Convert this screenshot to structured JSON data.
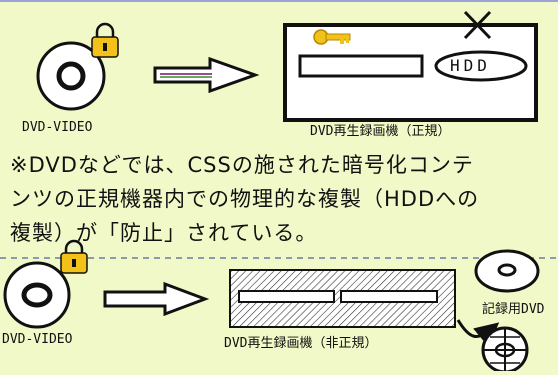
{
  "top": {
    "dvd_label": "DVD-VIDEO",
    "recorder_label": "DVD再生録画機（正規）",
    "hdd_label": "HDD"
  },
  "note": {
    "line1": "※DVDなどでは、CSSの施された暗号化コンテ",
    "line2": "ンツの正規機器内での物理的な複製（HDDへの",
    "line3": "複製）が「防止」されている。"
  },
  "bottom": {
    "dvd_label": "DVD-VIDEO",
    "recorder_label": "DVD再生録画機（非正規）",
    "blank_disc_label": "記録用DVD"
  },
  "colors": {
    "background": "#f2f9c8",
    "lock": "#f2c21a",
    "key": "#f2c21a",
    "border_top": "#9aa3d8",
    "divider": "#6a7aa8"
  }
}
